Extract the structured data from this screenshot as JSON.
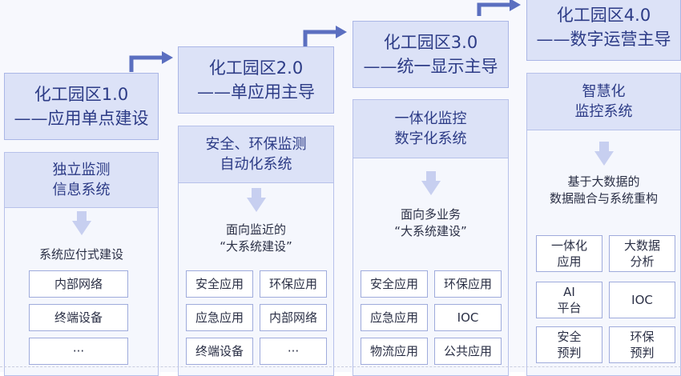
{
  "stages": [
    {
      "header": [
        "化工园区1.0",
        "——应用单点建设"
      ],
      "panel_title": [
        "独立监测",
        "信息系统"
      ],
      "description": [
        "系统应付式建设"
      ],
      "items": [
        "内部网络",
        "终端设备",
        "···"
      ]
    },
    {
      "header": [
        "化工园区2.0",
        "——单应用主导"
      ],
      "panel_title": [
        "安全、环保监测",
        "自动化系统"
      ],
      "description": [
        "面向监近的",
        "“大系统建设”"
      ],
      "items": [
        "安全应用",
        "环保应用",
        "应急应用",
        "内部网络",
        "终端设备",
        "···"
      ]
    },
    {
      "header": [
        "化工园区3.0",
        "——统一显示主导"
      ],
      "panel_title": [
        "一体化监控",
        "数字化系统"
      ],
      "description": [
        "面向多业务",
        "“大系统建设”"
      ],
      "items": [
        "安全应用",
        "环保应用",
        "应急应用",
        "IOC",
        "物流应用",
        "公共应用"
      ]
    },
    {
      "header": [
        "化工园区4.0",
        "——数字运营主导"
      ],
      "panel_title": [
        "智慧化",
        "监控系统"
      ],
      "description": [
        "基于大数据的",
        "数据融合与系统重构"
      ],
      "items": [
        [
          "一体化",
          "应用"
        ],
        [
          "大数据",
          "分析"
        ],
        [
          "AI",
          "平台"
        ],
        [
          "IOC"
        ],
        [
          "安全",
          "预判"
        ],
        [
          "环保",
          "预判"
        ]
      ]
    }
  ],
  "colors": {
    "header_fill": "#dce2f7",
    "panel_fill": "#f5f7fd",
    "border": "#9fabdc",
    "arrow": "#5b6fc0",
    "text_dark": "#2c3b86"
  }
}
